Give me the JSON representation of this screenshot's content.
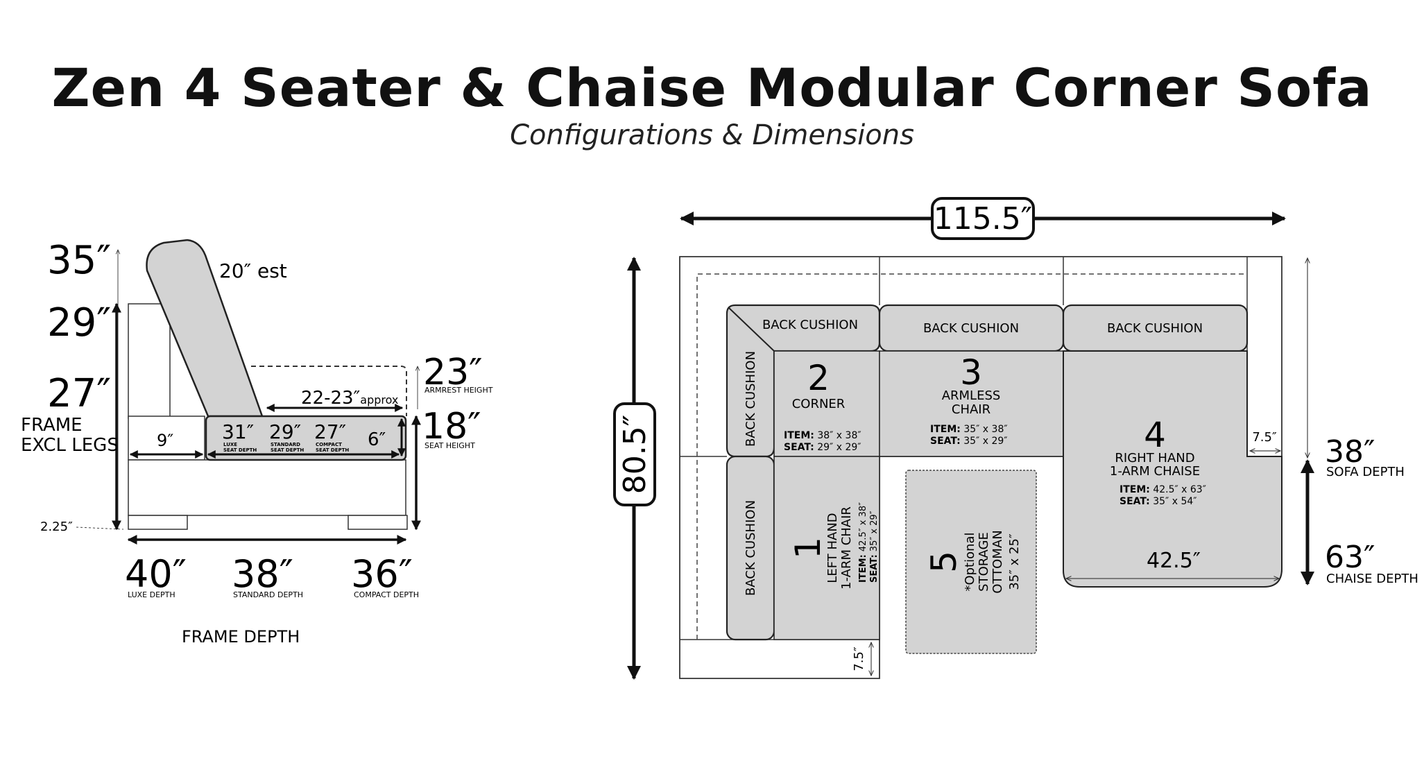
{
  "header": {
    "title": "Zen 4 Seater & Chaise Modular Corner Sofa",
    "subtitle": "Configurations & Dimensions"
  },
  "side_view": {
    "h_35": "35″",
    "h_29": "29″",
    "h_27": "27″",
    "frame_line1": "FRAME",
    "frame_line2": "EXCL LEGS",
    "back_est": "20″ est",
    "armrest_value": "23″",
    "armrest_label": "ARMREST HEIGHT",
    "seat_value": "18″",
    "seat_label": "SEAT HEIGHT",
    "arm_top_value": "22-23″",
    "arm_top_suffix": "approx",
    "arm_width": "9″",
    "seat_31": "31″",
    "seat_31_label1": "LUXE",
    "seat_31_label2": "SEAT DEPTH",
    "seat_29": "29″",
    "seat_29_label1": "STANDARD",
    "seat_29_label2": "SEAT DEPTH",
    "seat_27": "27″",
    "seat_27_label1": "COMPACT",
    "seat_27_label2": "SEAT DEPTH",
    "seat_6": "6″",
    "leg_height": "2.25″",
    "depth_40": "40″",
    "depth_40_label": "LUXE DEPTH",
    "depth_38": "38″",
    "depth_38_label": "STANDARD DEPTH",
    "depth_36": "36″",
    "depth_36_label": "COMPACT DEPTH",
    "frame_depth": "FRAME DEPTH"
  },
  "plan_view": {
    "total_width": "115.5″",
    "total_height": "80.5″",
    "back_cushion": "BACK CUSHION",
    "m2_number": "2",
    "m2_name": "CORNER",
    "m2_item_label": "ITEM:",
    "m2_item_value": "38″ x 38″",
    "m2_seat_label": "SEAT:",
    "m2_seat_value": "29″ x 29″",
    "m3_number": "3",
    "m3_name1": "ARMLESS",
    "m3_name2": "CHAIR",
    "m3_item_label": "ITEM:",
    "m3_item_value": "35″ x 38″",
    "m3_seat_label": "SEAT:",
    "m3_seat_value": "35″ x 29″",
    "m4_number": "4",
    "m4_name1": "RIGHT HAND",
    "m4_name2": "1-ARM CHAISE",
    "m4_item_label": "ITEM:",
    "m4_item_value": "42.5″ x 63″",
    "m4_seat_label": "SEAT:",
    "m4_seat_value": "35″ x 54″",
    "m4_width": "42.5″",
    "m1_number": "1",
    "m1_name1": "LEFT HAND",
    "m1_name2": "1-ARM CHAIR",
    "m1_item_label": "ITEM:",
    "m1_item_value": "42.5″ x 38″",
    "m1_seat_label": "SEAT:",
    "m1_seat_value": "35″ x 29″",
    "m5_number": "5",
    "m5_line1": "*Optional",
    "m5_line2": "STORAGE",
    "m5_line3": "OTTOMAN",
    "m5_line4": "35″ x 25″",
    "arm_right": "7.5″",
    "arm_bottom": "7.5″",
    "sofa_depth_value": "38″",
    "sofa_depth_label": "SOFA DEPTH",
    "chaise_depth_value": "63″",
    "chaise_depth_label": "CHAISE DEPTH"
  },
  "colors": {
    "cushion_fill": "#d3d3d3",
    "line": "#1a1a1a",
    "thin_line": "#333333"
  }
}
